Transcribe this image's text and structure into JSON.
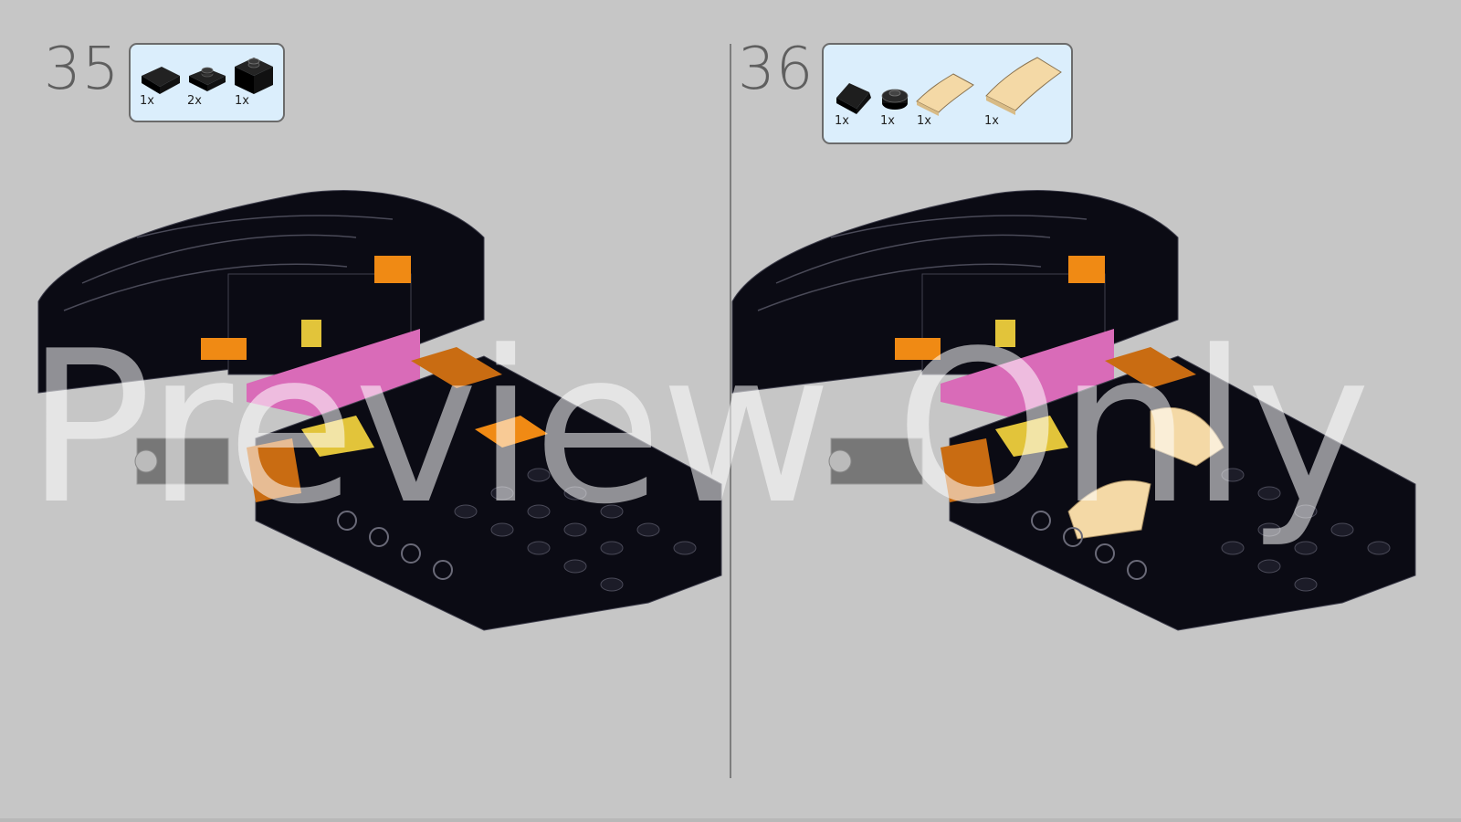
{
  "steps": [
    {
      "number": "35",
      "parts": [
        {
          "name": "black-plate-2x2",
          "qty": "1x"
        },
        {
          "name": "black-plate-1x2-jumper",
          "qty": "2x"
        },
        {
          "name": "black-brick-2x2",
          "qty": "1x"
        }
      ]
    },
    {
      "number": "36",
      "parts": [
        {
          "name": "black-slope-1x2",
          "qty": "1x"
        },
        {
          "name": "black-round-plate-1x1",
          "qty": "1x"
        },
        {
          "name": "tan-curved-slope-2x2",
          "qty": "1x"
        },
        {
          "name": "tan-curved-slope-2x3",
          "qty": "1x"
        }
      ]
    }
  ],
  "watermark": "Preview Only",
  "colors": {
    "background": "#c6c6c6",
    "parts_box": "#dbeefc",
    "brick_black": "#0b0b14",
    "accent_orange": "#f08a14",
    "accent_pink": "#d96bb8",
    "accent_tan": "#f4d9a6",
    "accent_yellow": "#e2c43a"
  }
}
